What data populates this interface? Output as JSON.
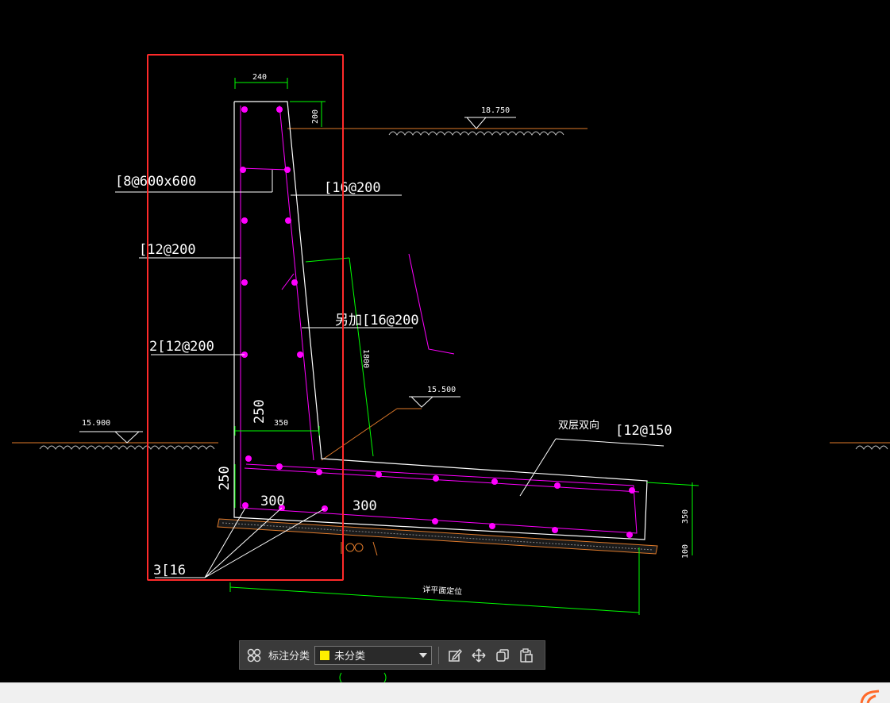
{
  "drawing": {
    "texts": {
      "dim_240": "240",
      "dim_200_top": "200",
      "elev_18750": "18.750",
      "rebar_8_600": "[8@600x600",
      "rebar_16_200_a": "[16@200",
      "rebar_12_200_a": "[12@200",
      "rebar_16_200_b": "另加[16@200",
      "dim_1800": "1800",
      "rebar_2_12_200": "2[12@200",
      "elev_15500": "15.500",
      "elev_15900": "15.900",
      "dim_250_a": "250",
      "dim_350_a": "350",
      "label_shuangceng": "双层双向",
      "rebar_12_150": "[12@150",
      "dim_250_b": "250",
      "dim_300_a": "300",
      "dim_300_b": "300",
      "dim_350_b": "350",
      "dim_100": "100",
      "rebar_3_16": "3[16",
      "label_bottom": "详平面定位"
    },
    "colors": {
      "background": "#000000",
      "rebar_dots": "#ff00ff",
      "dimension_lines": "#00ff00",
      "ground_line": "#e07a2a",
      "selection_box": "#ff2a2a"
    }
  },
  "toolbar": {
    "grid_icon": "grid-icon",
    "label": "标注分类",
    "select_value": "未分类",
    "swatch_color": "#ffee00",
    "icons": [
      "edit-icon",
      "move-icon",
      "copy-icon",
      "paste-icon"
    ]
  }
}
